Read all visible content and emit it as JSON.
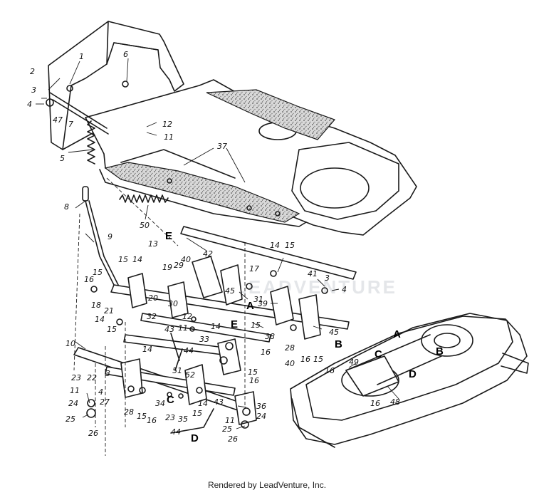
{
  "diagram": {
    "callouts": [
      {
        "id": "c1",
        "text": "1"
      },
      {
        "id": "c2",
        "text": "2"
      },
      {
        "id": "c3a",
        "text": "3"
      },
      {
        "id": "c4a",
        "text": "4"
      },
      {
        "id": "c47",
        "text": "47"
      },
      {
        "id": "c7",
        "text": "7"
      },
      {
        "id": "c5",
        "text": "5"
      },
      {
        "id": "c6",
        "text": "6"
      },
      {
        "id": "c12a",
        "text": "12"
      },
      {
        "id": "c11a",
        "text": "11"
      },
      {
        "id": "c37",
        "text": "37"
      },
      {
        "id": "c8",
        "text": "8"
      },
      {
        "id": "c50",
        "text": "50"
      },
      {
        "id": "c9",
        "text": "9"
      },
      {
        "id": "c42",
        "text": "42"
      },
      {
        "id": "c14a",
        "text": "14"
      },
      {
        "id": "c15a",
        "text": "15"
      },
      {
        "id": "c13",
        "text": "13"
      },
      {
        "id": "c15b",
        "text": "15"
      },
      {
        "id": "c14b",
        "text": "14"
      },
      {
        "id": "c16a",
        "text": "16"
      },
      {
        "id": "c15c",
        "text": "15"
      },
      {
        "id": "c40a",
        "text": "40"
      },
      {
        "id": "c29",
        "text": "29"
      },
      {
        "id": "c19",
        "text": "19"
      },
      {
        "id": "c17",
        "text": "17"
      },
      {
        "id": "c41",
        "text": "41"
      },
      {
        "id": "c3b",
        "text": "3"
      },
      {
        "id": "c4b",
        "text": "4"
      },
      {
        "id": "c18",
        "text": "18"
      },
      {
        "id": "c20",
        "text": "20"
      },
      {
        "id": "c21",
        "text": "21"
      },
      {
        "id": "c45a",
        "text": "45"
      },
      {
        "id": "c31",
        "text": "31"
      },
      {
        "id": "c39",
        "text": "39"
      },
      {
        "id": "c30",
        "text": "30"
      },
      {
        "id": "c32",
        "text": "32"
      },
      {
        "id": "c12b",
        "text": "12"
      },
      {
        "id": "c14c",
        "text": "14"
      },
      {
        "id": "c15d",
        "text": "15"
      },
      {
        "id": "c11b",
        "text": "11"
      },
      {
        "id": "c14d",
        "text": "14"
      },
      {
        "id": "c43a",
        "text": "43"
      },
      {
        "id": "c33",
        "text": "33"
      },
      {
        "id": "c15e",
        "text": "15"
      },
      {
        "id": "c38",
        "text": "38"
      },
      {
        "id": "c28a",
        "text": "28"
      },
      {
        "id": "c40b",
        "text": "40"
      },
      {
        "id": "c16b",
        "text": "16"
      },
      {
        "id": "c15f",
        "text": "15"
      },
      {
        "id": "c45b",
        "text": "45"
      },
      {
        "id": "c10",
        "text": "10"
      },
      {
        "id": "c14e",
        "text": "14"
      },
      {
        "id": "c44a",
        "text": "44"
      },
      {
        "id": "c16c",
        "text": "16"
      },
      {
        "id": "c15g",
        "text": "15"
      },
      {
        "id": "c23a",
        "text": "23"
      },
      {
        "id": "c22",
        "text": "22"
      },
      {
        "id": "c3c",
        "text": "3"
      },
      {
        "id": "c51",
        "text": "51"
      },
      {
        "id": "c52",
        "text": "52"
      },
      {
        "id": "c16d",
        "text": "16"
      },
      {
        "id": "c4c",
        "text": "4"
      },
      {
        "id": "c27",
        "text": "27"
      },
      {
        "id": "c11c",
        "text": "11"
      },
      {
        "id": "c24a",
        "text": "24"
      },
      {
        "id": "c28b",
        "text": "28"
      },
      {
        "id": "c15h",
        "text": "15"
      },
      {
        "id": "c16e",
        "text": "16"
      },
      {
        "id": "c34",
        "text": "34"
      },
      {
        "id": "c23b",
        "text": "23"
      },
      {
        "id": "c35",
        "text": "35"
      },
      {
        "id": "c15i",
        "text": "15"
      },
      {
        "id": "c14f",
        "text": "14"
      },
      {
        "id": "c43b",
        "text": "43"
      },
      {
        "id": "c36",
        "text": "36"
      },
      {
        "id": "c25a",
        "text": "25"
      },
      {
        "id": "c26a",
        "text": "26"
      },
      {
        "id": "c44b",
        "text": "44"
      },
      {
        "id": "c11d",
        "text": "11"
      },
      {
        "id": "c25b",
        "text": "25"
      },
      {
        "id": "c24b",
        "text": "24"
      },
      {
        "id": "c26b",
        "text": "26"
      },
      {
        "id": "c49",
        "text": "49"
      },
      {
        "id": "c16f",
        "text": "16"
      },
      {
        "id": "c16g",
        "text": "16"
      },
      {
        "id": "c48",
        "text": "48"
      }
    ],
    "reference_letters": [
      {
        "id": "E1",
        "text": "E"
      },
      {
        "id": "E2",
        "text": "E"
      },
      {
        "id": "A1",
        "text": "A"
      },
      {
        "id": "A2",
        "text": "A"
      },
      {
        "id": "B1",
        "text": "B"
      },
      {
        "id": "B2",
        "text": "B"
      },
      {
        "id": "C1",
        "text": "C"
      },
      {
        "id": "C2",
        "text": "C"
      },
      {
        "id": "D1",
        "text": "D"
      },
      {
        "id": "D2",
        "text": "D"
      }
    ],
    "watermark": "LEADVENTURE"
  },
  "footer": {
    "credit": "Rendered by LeadVenture, Inc."
  }
}
